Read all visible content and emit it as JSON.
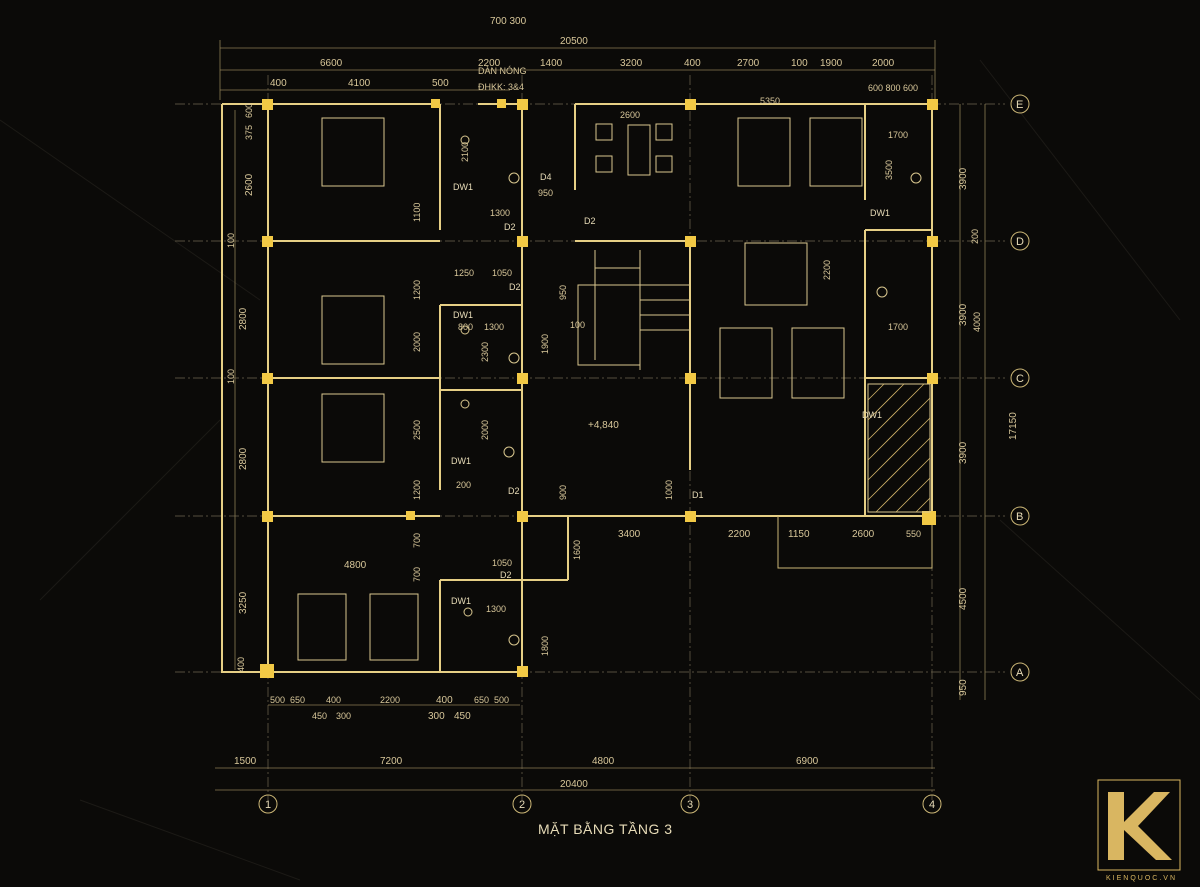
{
  "drawing": {
    "title": "MẶT BẰNG TẦNG 3",
    "level_mark": "+4,840",
    "annotations": [
      "DÀN NÓNG",
      "ĐHKK: 3&4"
    ],
    "logo_text": "KIENQUOC.VN"
  },
  "grid_axes": {
    "rows": [
      "E",
      "D",
      "C",
      "B",
      "A"
    ],
    "cols": [
      "1",
      "2",
      "3",
      "4"
    ]
  },
  "dimensions": {
    "top_overall": "20500",
    "top_small": "700 300",
    "top_segments": [
      "6600",
      "2200",
      "1400",
      "3200",
      "400",
      "2700",
      "100",
      "1900",
      "2000"
    ],
    "top_sub": [
      "400",
      "4100",
      "500"
    ],
    "top_right_sub": "600 800 600",
    "bottom_overall": "20400",
    "bottom_segments": [
      "1500",
      "7200",
      "4800",
      "6900"
    ],
    "bottom_row1": [
      "500",
      "650",
      "400",
      "2200",
      "400",
      "650",
      "500"
    ],
    "bottom_row2": [
      "450",
      "300",
      "300",
      "450"
    ],
    "right_outer": "17150",
    "right_segments": [
      "3900",
      "3900",
      "3900",
      "4500",
      "950"
    ],
    "left_segments": [
      "2600",
      "2800",
      "2800",
      "3250"
    ],
    "left_small": [
      "375",
      "600",
      "100",
      "100",
      "400"
    ],
    "inner": [
      "2600",
      "2100",
      "950",
      "1300",
      "1100",
      "1250",
      "1050",
      "1200",
      "2000",
      "800",
      "2300",
      "1300",
      "1900",
      "950",
      "100",
      "2500",
      "2000",
      "200",
      "900",
      "1200",
      "700",
      "4800",
      "1050",
      "1300",
      "1600",
      "1800",
      "1000",
      "3400",
      "2200",
      "1150",
      "2600",
      "550",
      "5350",
      "2200",
      "4000",
      "1700",
      "1700",
      "3500",
      "200",
      "700"
    ]
  },
  "rooms": {
    "dw_labels": [
      "DW1",
      "DW1",
      "DW1",
      "DW1",
      "DW1",
      "DW1"
    ],
    "door_labels": [
      "D4",
      "D2",
      "D2",
      "D2",
      "D2",
      "D2",
      "D1"
    ]
  },
  "colors": {
    "background": "#0b0a08",
    "wall": "#e6cf85",
    "column": "#f2c945",
    "dimension": "#8d7d55",
    "logo": "#d9b661"
  }
}
